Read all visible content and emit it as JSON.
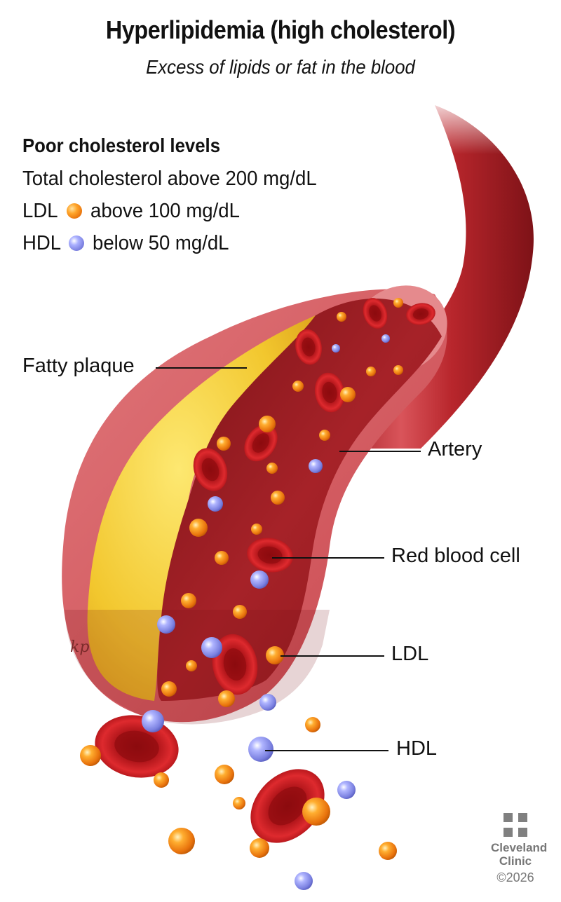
{
  "header": {
    "title": "Hyperlipidemia (high cholesterol)",
    "subtitle": "Excess of lipids or fat in the blood"
  },
  "legend": {
    "heading": "Poor cholesterol levels",
    "rows": [
      {
        "label": "Total cholesterol above 200 mg/dL"
      },
      {
        "prefix": "LDL",
        "icon": "orange-ball-icon",
        "color": "#f08a1c",
        "text": "above 100 mg/dL"
      },
      {
        "prefix": "HDL",
        "icon": "blue-ball-icon",
        "color": "#8086e8",
        "text": "below 50 mg/dL"
      }
    ]
  },
  "callouts": {
    "fatty_plaque": "Fatty plaque",
    "artery": "Artery",
    "red_blood_cell": "Red blood cell",
    "ldl": "LDL",
    "hdl": "HDL"
  },
  "colors": {
    "artery_outer": "#b3232a",
    "artery_wall": "#d9636a",
    "lumen": "#8e1a1f",
    "plaque": "#f2c832",
    "rbc": "#c8161c",
    "ldl": "#f59a20",
    "hdl": "#8a90ee"
  },
  "branding": {
    "name_line1": "Cleveland",
    "name_line2": "Clinic",
    "copyright": "©2026"
  },
  "signature": "kp"
}
